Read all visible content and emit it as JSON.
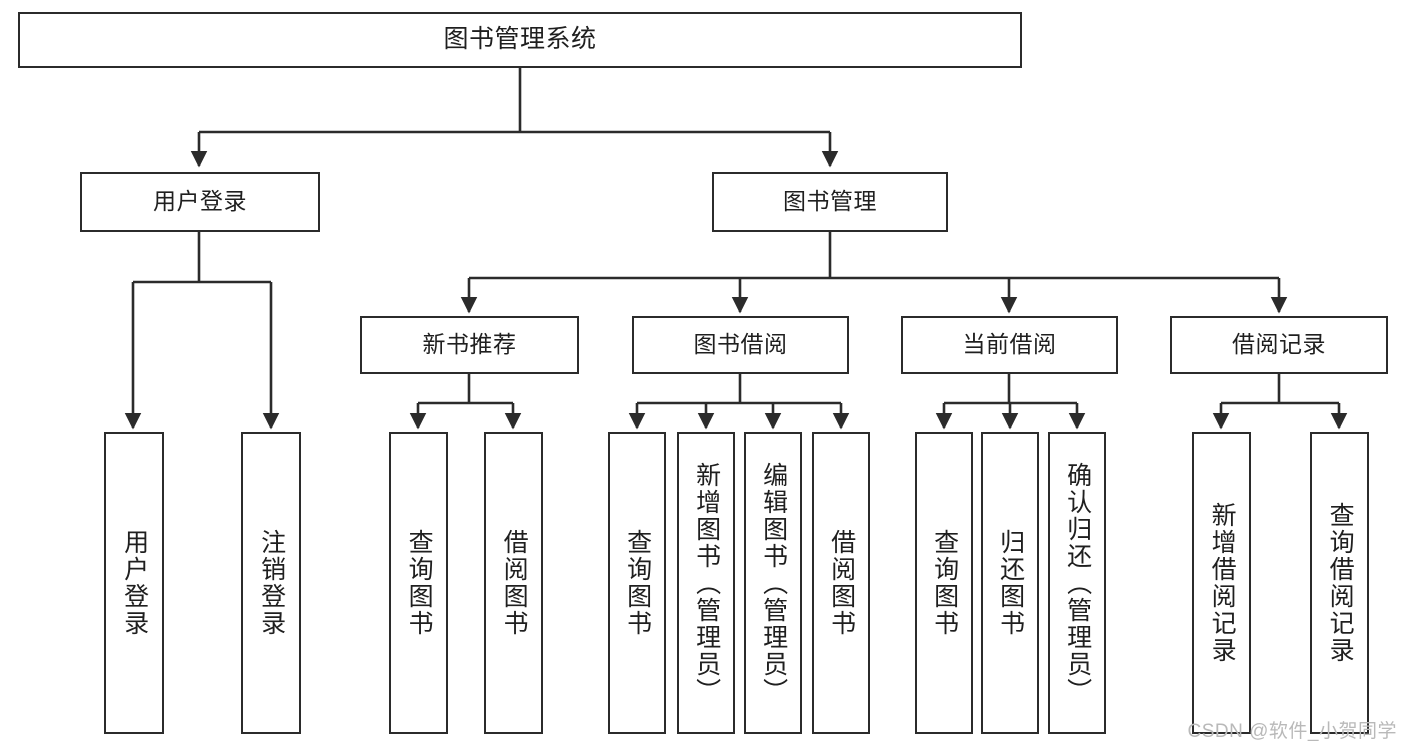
{
  "diagram": {
    "title": "图书管理系统",
    "type": "tree-hierarchy-diagram",
    "root": {
      "label": "图书管理系统"
    },
    "level2": [
      {
        "label": "用户登录"
      },
      {
        "label": "图书管理"
      }
    ],
    "level3": [
      {
        "label": "新书推荐"
      },
      {
        "label": "图书借阅"
      },
      {
        "label": "当前借阅"
      },
      {
        "label": "借阅记录"
      }
    ],
    "leaves": {
      "user_login": [
        {
          "label": "用户登录"
        },
        {
          "label": "注销登录"
        }
      ],
      "new_book_recommend": [
        {
          "label": "查询图书"
        },
        {
          "label": "借阅图书"
        }
      ],
      "book_borrow": [
        {
          "label": "查询图书"
        },
        {
          "label": "新增图书（管理员）"
        },
        {
          "label": "编辑图书（管理员）"
        },
        {
          "label": "借阅图书"
        }
      ],
      "current_borrow": [
        {
          "label": "查询图书"
        },
        {
          "label": "归还图书"
        },
        {
          "label": "确认归还（管理员）"
        }
      ],
      "borrow_record": [
        {
          "label": "新增借阅记录"
        },
        {
          "label": "查询借阅记录"
        }
      ]
    }
  },
  "watermark": {
    "text": "CSDN @软件_小贺同学"
  },
  "colors": {
    "stroke": "#2b2b2b",
    "background": "#ffffff",
    "text": "#1f1f1f",
    "watermark": "#b9b9b9"
  }
}
